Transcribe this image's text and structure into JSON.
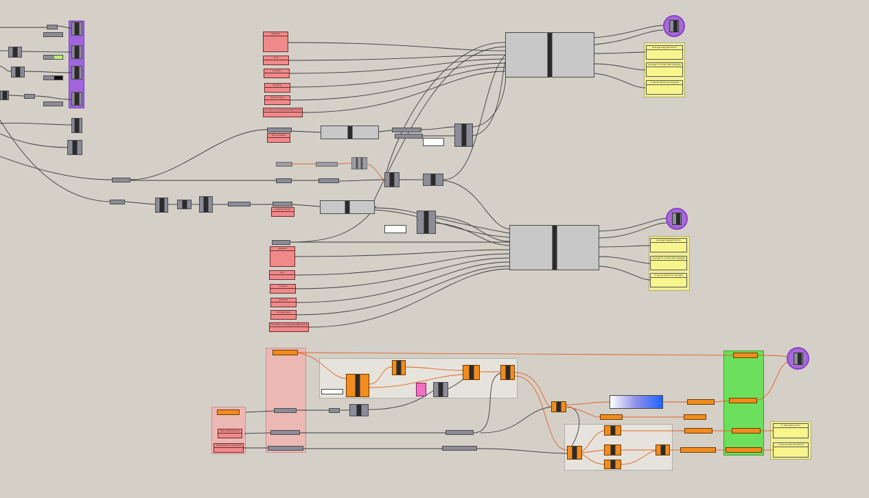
{
  "app": {
    "name": "Grasshopper canvas"
  },
  "colors": {
    "canvas": "#d4d0c8",
    "wire": "#3a3a3a",
    "wire_selected": "#e06020",
    "param_red": "#f08a8a",
    "panel_yellow": "#f7f58c",
    "group_purple": "#a064dc",
    "group_green": "#6cdf5c",
    "group_pink": "#ecb8b4",
    "component_orange": "#f28c1e"
  },
  "panels": {
    "top_inputs": [
      "Weather",
      "Grid",
      "Context",
      "Surfaces",
      "Window Type",
      "Occupancy Average Daylight Factor"
    ],
    "mid_inputs": [
      "Weather",
      "Grid",
      "Context",
      "Surfaces",
      "Window Type",
      "Occupancy Average Daylight Factor"
    ],
    "top_outputs": [
      "Average Daylight Factor",
      "Average % of Day with Daylight",
      "% Above Minimum Daylight"
    ],
    "mid_outputs": [
      "Average Daylight Factor",
      "Average % of Day with Daylight",
      "% Above Minimum Daylight"
    ],
    "bottom_left": [
      "Max View Distance",
      "View Distance Threshold"
    ],
    "bottom_right": [
      "% View Open Time",
      "% Above View Threshold"
    ],
    "sub_labels": [
      "Sky Condition",
      "Analysis Period"
    ]
  }
}
